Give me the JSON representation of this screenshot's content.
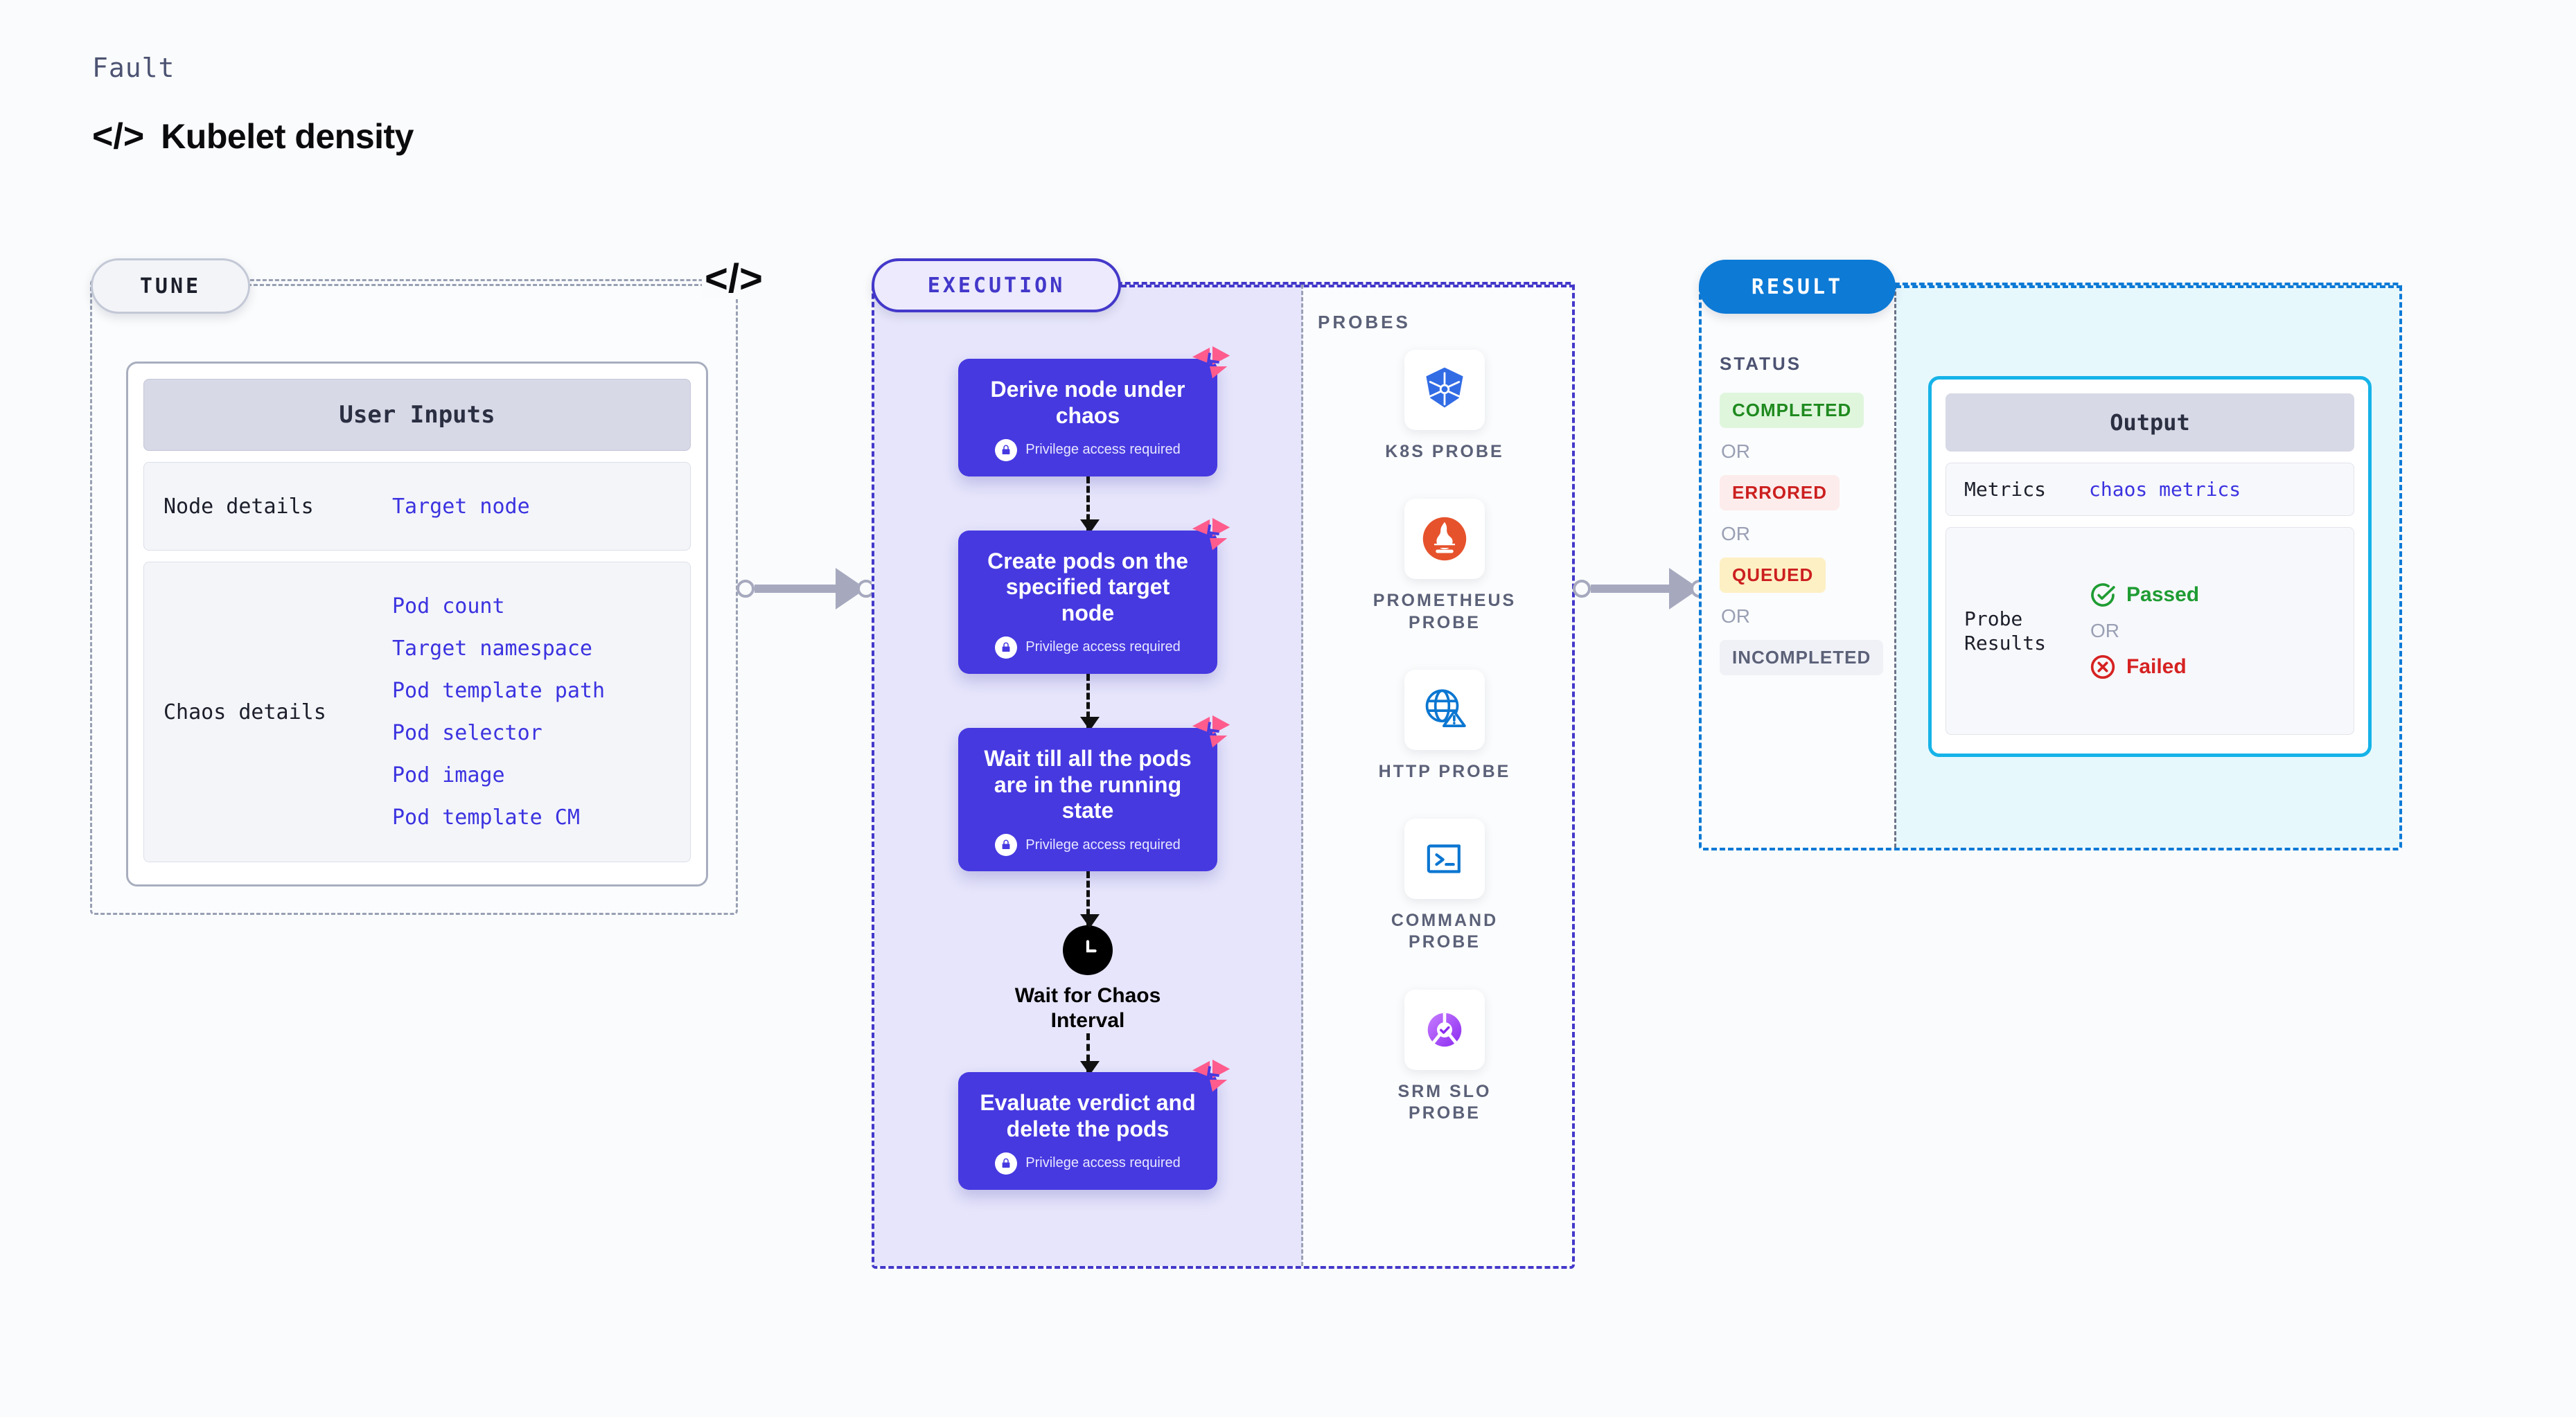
{
  "header": {
    "eyebrow": "Fault",
    "code_icon": "</>",
    "title": "Kubelet density"
  },
  "tune": {
    "pill_label": "TUNE",
    "code_icon": "</>",
    "card_title": "User Inputs",
    "rows": [
      {
        "key": "Node details",
        "values": [
          "Target node"
        ]
      },
      {
        "key": "Chaos details",
        "values": [
          "Pod count",
          "Target namespace",
          "Pod template path",
          "Pod selector",
          "Pod image",
          "Pod template CM"
        ]
      }
    ]
  },
  "execution": {
    "pill_label": "EXECUTION",
    "privilege_note": "Privilege access required",
    "steps": [
      {
        "title": "Derive node under chaos",
        "privileged": true,
        "badge": "harness-logo"
      },
      {
        "title": "Create pods on the specified target node",
        "privileged": true,
        "badge": "harness-logo"
      },
      {
        "title": "Wait till all the pods are in the running state",
        "privileged": true,
        "badge": "harness-logo"
      },
      {
        "title": "Evaluate verdict and delete the pods",
        "privileged": true,
        "badge": "harness-logo"
      }
    ],
    "wait_node": {
      "icon": "clock-icon",
      "label": "Wait for Chaos Interval"
    }
  },
  "probes": {
    "title": "PROBES",
    "items": [
      {
        "label": "K8S PROBE",
        "icon": "kubernetes-icon"
      },
      {
        "label": "PROMETHEUS PROBE",
        "icon": "prometheus-icon"
      },
      {
        "label": "HTTP PROBE",
        "icon": "globe-warning-icon"
      },
      {
        "label": "COMMAND PROBE",
        "icon": "terminal-icon"
      },
      {
        "label": "SRM SLO PROBE",
        "icon": "srm-slo-icon"
      }
    ]
  },
  "result": {
    "pill_label": "RESULT",
    "status_title": "STATUS",
    "or_label": "OR",
    "statuses": [
      {
        "label": "COMPLETED",
        "bg": "#dff6dd",
        "fg": "#1f8a1f"
      },
      {
        "label": "ERRORED",
        "bg": "#fdecec",
        "fg": "#cc1f1f"
      },
      {
        "label": "QUEUED",
        "bg": "#fdf0c4",
        "fg": "#cc1f1f"
      },
      {
        "label": "INCOMPLETED",
        "bg": "#f0f1f6",
        "fg": "#5b6178"
      }
    ],
    "output": {
      "title": "Output",
      "metrics_key": "Metrics",
      "metrics_value": "chaos metrics",
      "probe_results_key": "Probe Results",
      "or_label": "OR",
      "passed_label": "Passed",
      "failed_label": "Failed"
    }
  },
  "colors": {
    "execution_accent": "#4338ca",
    "result_accent": "#0d7ad6",
    "output_border": "#16b3e8",
    "step_card": "#4639e0",
    "link_text": "#3b33e0",
    "pass_green": "#1f9c33",
    "fail_red": "#d62222",
    "harness_pink": "#ff5c8d"
  }
}
